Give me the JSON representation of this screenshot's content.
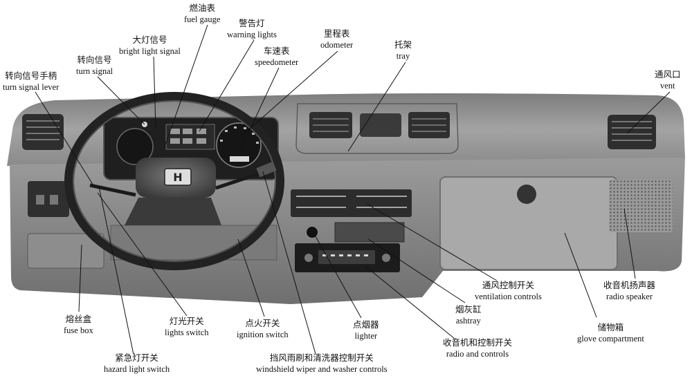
{
  "dashboard": {
    "badge_text": "H"
  },
  "labels": [
    {
      "id": "fuel-gauge",
      "zh": "燃油表",
      "en": "fuel gauge"
    },
    {
      "id": "warning-lights",
      "zh": "警告灯",
      "en": "warning lights"
    },
    {
      "id": "bright-light-signal",
      "zh": "大灯信号",
      "en": "bright light signal"
    },
    {
      "id": "odometer",
      "zh": "里程表",
      "en": "odometer"
    },
    {
      "id": "tray",
      "zh": "托架",
      "en": "tray"
    },
    {
      "id": "speedometer",
      "zh": "车速表",
      "en": "speedometer"
    },
    {
      "id": "turn-signal",
      "zh": "转向信号",
      "en": "turn signal"
    },
    {
      "id": "turn-signal-lever",
      "zh": "转向信号手柄",
      "en": "turn signal lever"
    },
    {
      "id": "vent",
      "zh": "通风口",
      "en": "vent"
    },
    {
      "id": "ventilation-controls",
      "zh": "通风控制开关",
      "en": "ventilation controls"
    },
    {
      "id": "radio-speaker",
      "zh": "收音机扬声器",
      "en": "radio speaker"
    },
    {
      "id": "ashtray",
      "zh": "烟灰缸",
      "en": "ashtray"
    },
    {
      "id": "fuse-box",
      "zh": "熔丝盒",
      "en": "fuse box"
    },
    {
      "id": "lights-switch",
      "zh": "灯光开关",
      "en": "lights switch"
    },
    {
      "id": "ignition-switch",
      "zh": "点火开关",
      "en": "ignition switch"
    },
    {
      "id": "lighter",
      "zh": "点烟器",
      "en": "lighter"
    },
    {
      "id": "glove-compartment",
      "zh": "储物箱",
      "en": "glove compartment"
    },
    {
      "id": "radio-and-controls",
      "zh": "收音机和控制开关",
      "en": "radio and controls"
    },
    {
      "id": "hazard-light-switch",
      "zh": "紧急灯开关",
      "en": "hazard light switch"
    },
    {
      "id": "windshield-wiper-controls",
      "zh": "挡风雨刷和清洗器控制开关",
      "en": "windshield wiper and washer controls"
    }
  ]
}
